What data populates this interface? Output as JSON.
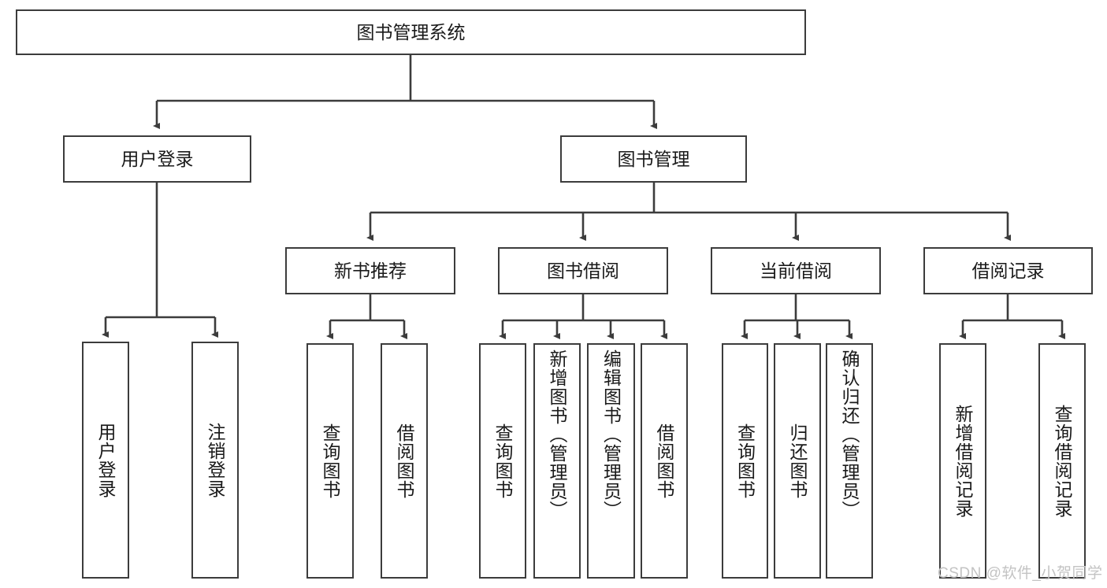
{
  "diagram": {
    "title": "图书管理系统",
    "type": "tree-hierarchy-diagram",
    "colors": {
      "box_border": "#3c3c3c",
      "box_fill": "#ffffff",
      "edge": "#3c3c3c",
      "text": "#1a1a1a",
      "watermark": "#c3c3c3",
      "background": "#ffffff"
    }
  },
  "nodes": {
    "root": {
      "label": "图书管理系统"
    },
    "level2": [
      {
        "label": "用户登录"
      },
      {
        "label": "图书管理"
      }
    ],
    "level3": [
      {
        "label": "新书推荐"
      },
      {
        "label": "图书借阅"
      },
      {
        "label": "当前借阅"
      },
      {
        "label": "借阅记录"
      }
    ],
    "leaves": {
      "user_login": [
        {
          "label": "用户登录"
        },
        {
          "label": "注销登录"
        }
      ],
      "new_book_recommend": [
        {
          "label": "查询图书"
        },
        {
          "label": "借阅图书"
        }
      ],
      "book_borrow": [
        {
          "label": "查询图书"
        },
        {
          "label": "新增图书（管理员）"
        },
        {
          "label": "编辑图书（管理员）"
        },
        {
          "label": "借阅图书"
        }
      ],
      "current_borrow": [
        {
          "label": "查询图书"
        },
        {
          "label": "归还图书"
        },
        {
          "label": "确认归还（管理员）"
        }
      ],
      "borrow_record": [
        {
          "label": "新增借阅记录"
        },
        {
          "label": "查询借阅记录"
        }
      ]
    }
  },
  "watermark": {
    "text": "CSDN @软件_小贺同学"
  }
}
